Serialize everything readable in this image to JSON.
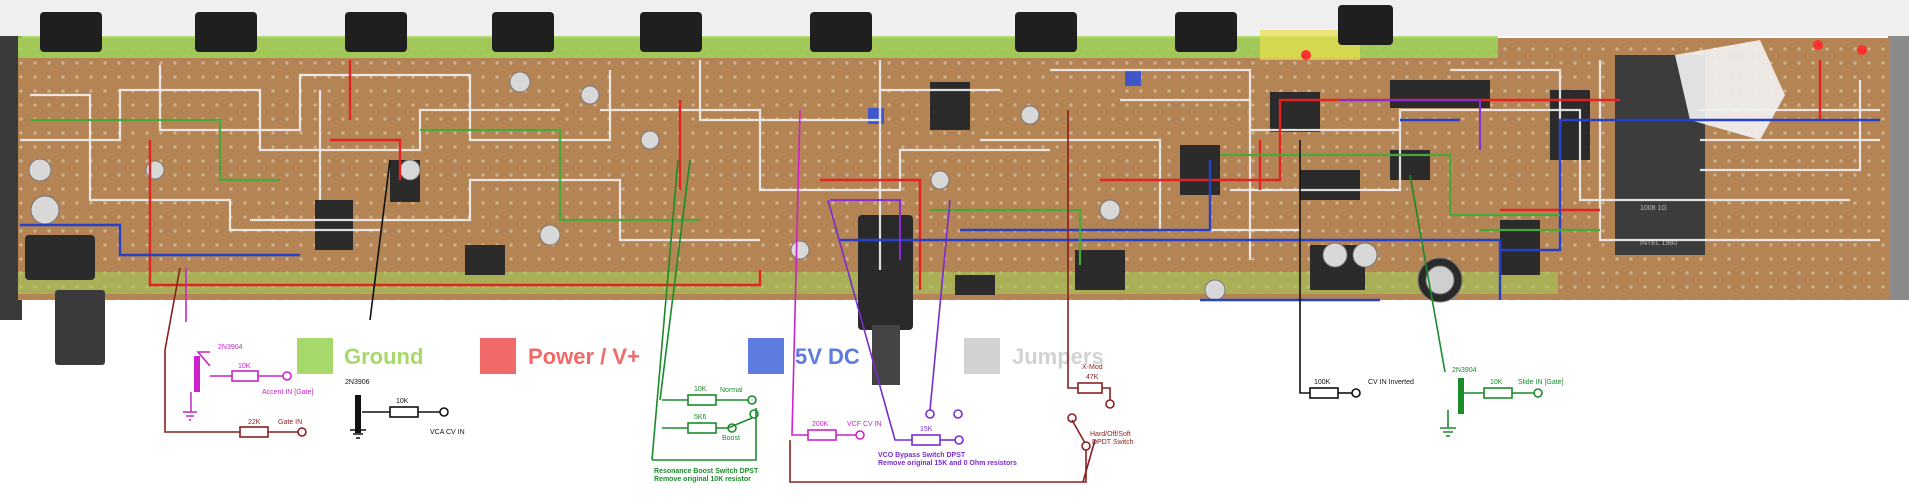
{
  "legend": {
    "ground": {
      "label": "Ground",
      "color": "#a6d96a"
    },
    "power": {
      "label": "Power / V+",
      "color": "#f06a6a"
    },
    "dc5v": {
      "label": "5V DC",
      "color": "#5e7be0"
    },
    "jumpers": {
      "label": "Jumpers",
      "color": "#d2d2d2"
    }
  },
  "annotations": {
    "accent_transistor": "2N3904",
    "accent_resistor": "10K",
    "accent_in": "Accent IN [Gate]",
    "gate_resistor": "22K",
    "gate_in": "Gate IN",
    "vca_transistor": "2N3906",
    "vca_resistor": "10K",
    "vca_cv_in": "VCA CV IN",
    "res_r1": "10K",
    "res_normal": "Normal",
    "res_r2": "5K6",
    "res_boost": "Boost",
    "res_switch_title": "Resonance Boost Switch DPST",
    "res_switch_note": "Remove original 10K resistor",
    "vcf_resistor": "200K",
    "vcf_cv_in": "VCF CV IN",
    "vco_resistor": "15K",
    "vco_switch_title": "VCO Bypass Switch DPST",
    "vco_switch_note": "Remove original 15K and 0 Ohm resistors",
    "xmod_label": "X-Mod",
    "xmod_resistor": "47K",
    "hos_switch1": "Hard/Off/Soft",
    "hos_switch2": "DPDT Switch",
    "cvinv_resistor": "100K",
    "cvinv_label": "CV IN Inverted",
    "slide_transistor": "2N3904",
    "slide_resistor": "10K",
    "slide_in": "Slide IN [Gate]"
  },
  "board": {
    "pcb_color": "#b58455",
    "chip_text1": "INTEL 1980",
    "chip_text2": "1008 1G"
  }
}
